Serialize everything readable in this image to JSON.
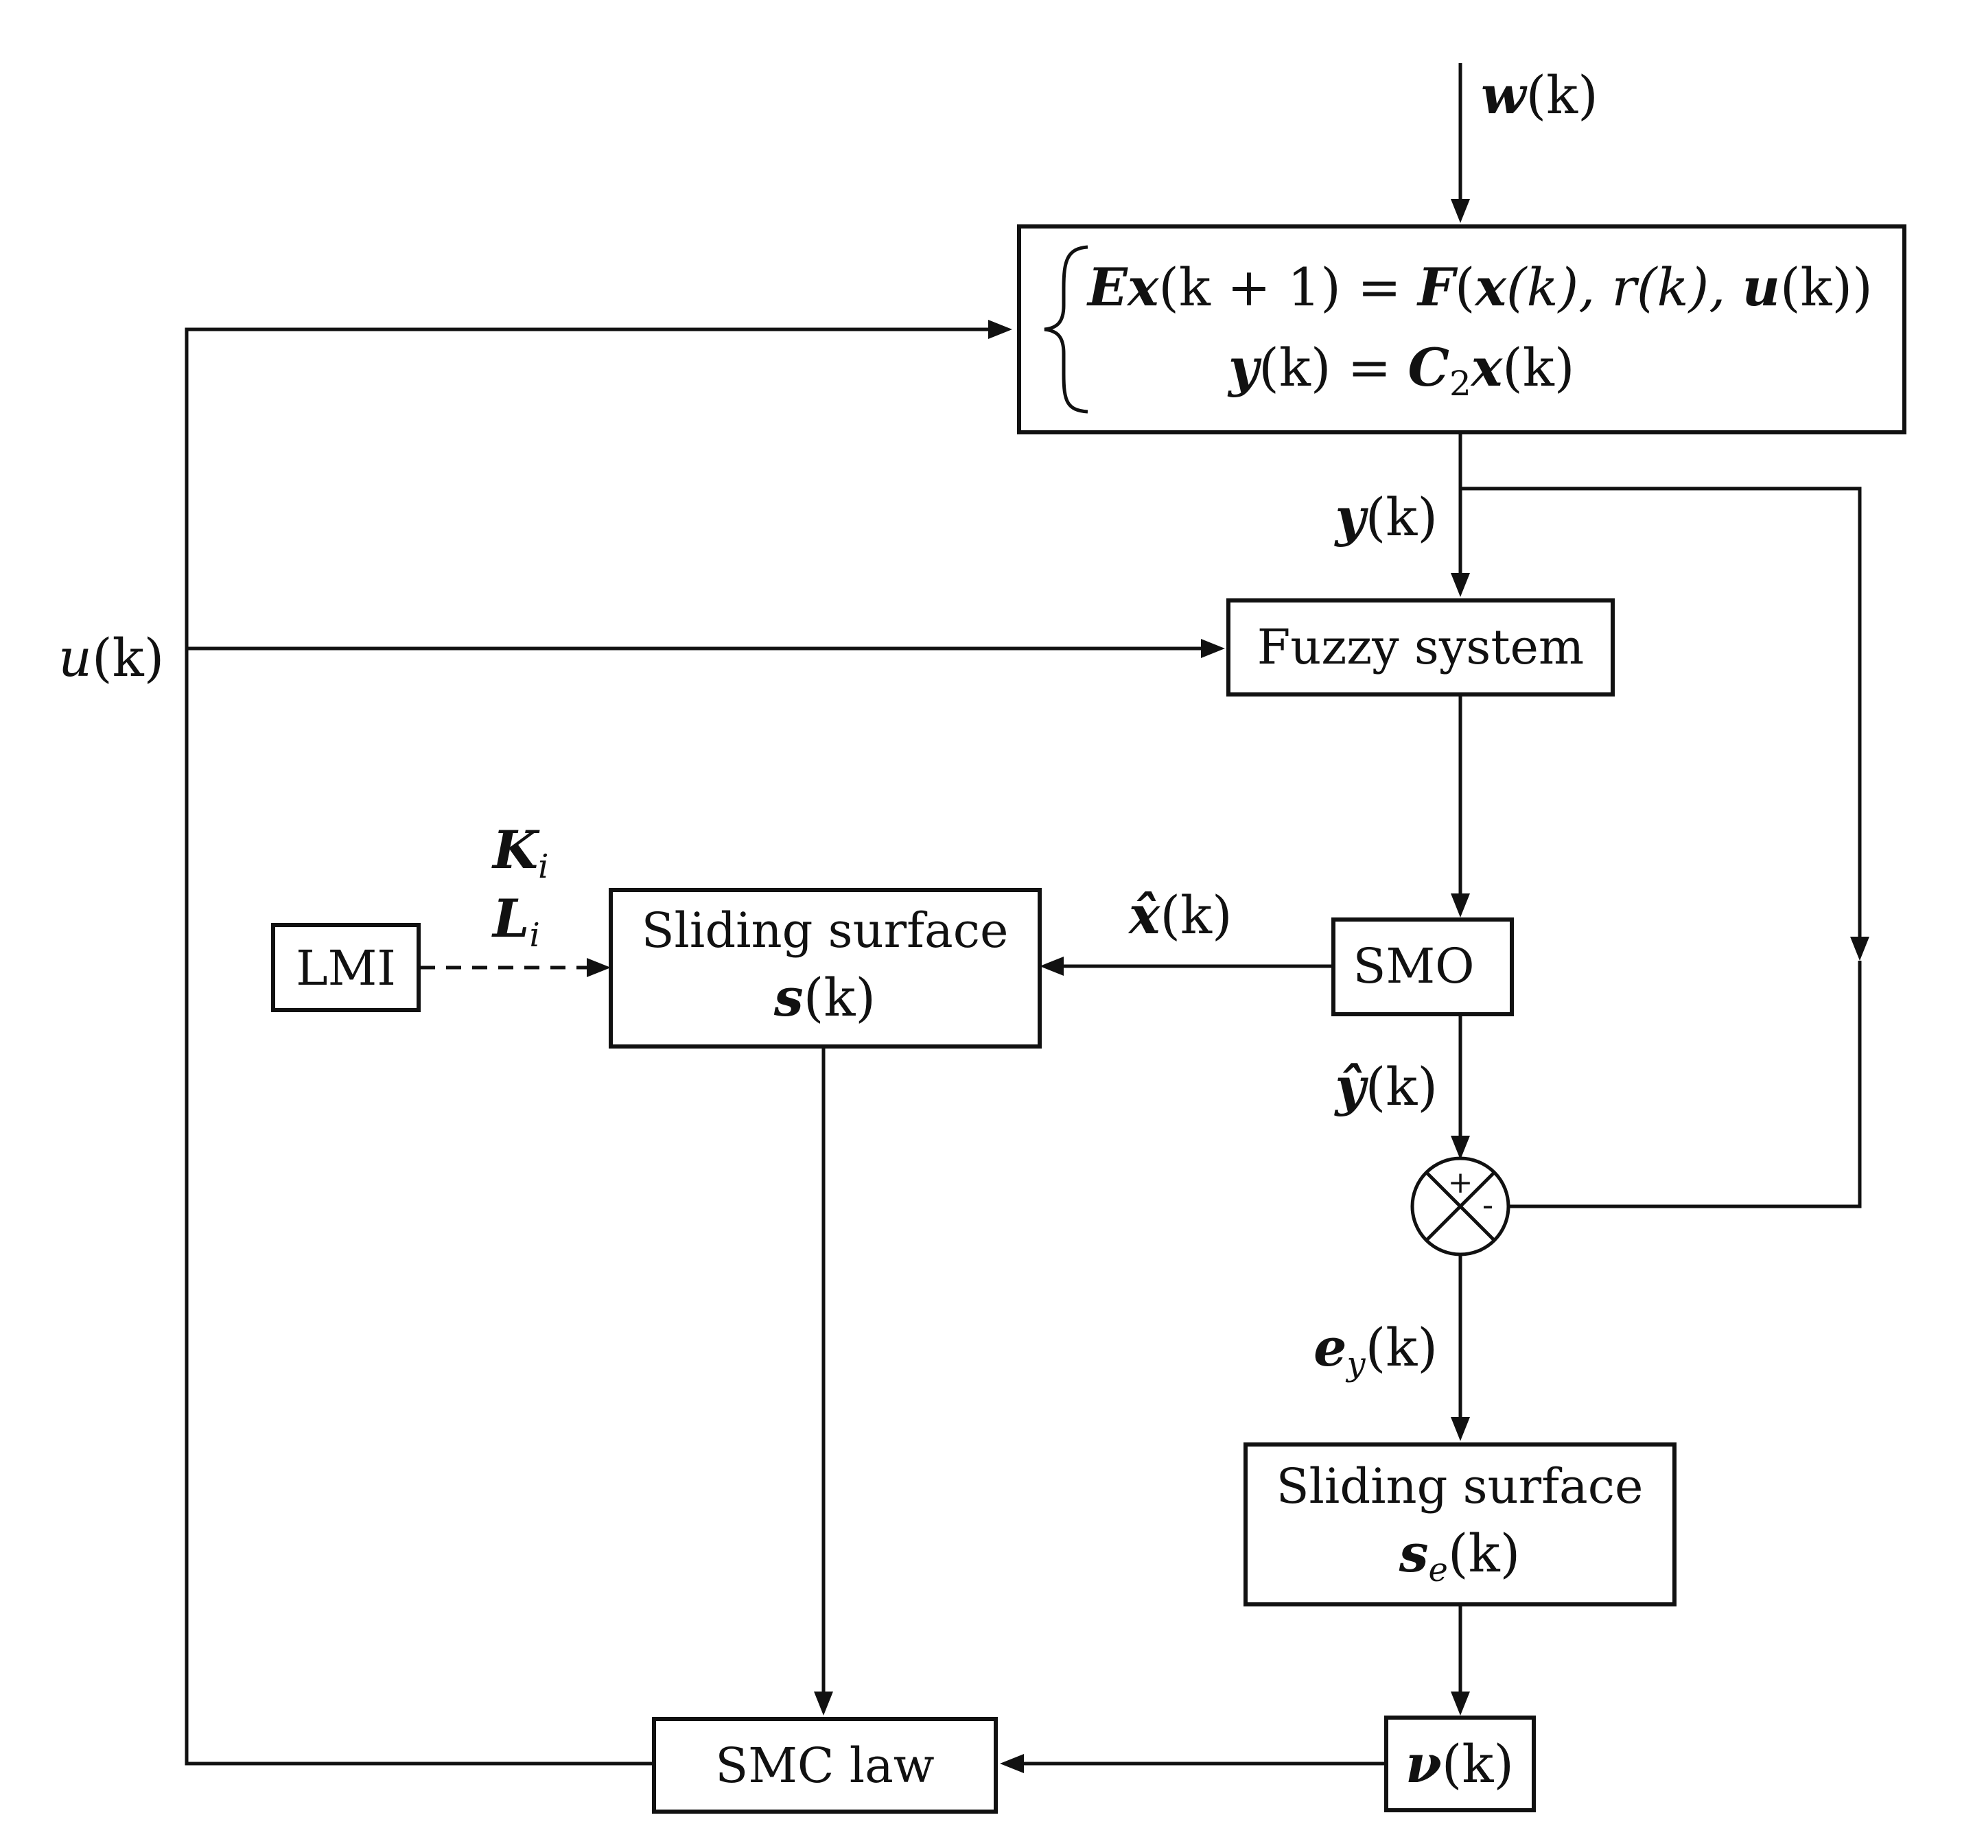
{
  "blocks": {
    "plant": {
      "line1": {
        "E": "E",
        "x1": "x",
        "k_plus_1": "(k + 1) = ",
        "F": "F",
        "open": "(",
        "x2": "x",
        "args": "(k), r(k), ",
        "u": "u",
        "close": "(k))"
      },
      "line2": {
        "y": "y",
        "k": "(k) = ",
        "C": "C",
        "sub2": "2",
        "x": "x",
        "kend": "(k)"
      }
    },
    "fuzzy_system": "Fuzzy  system",
    "smo": "SMO",
    "lmi": "LMI",
    "sliding_surface_1": {
      "title": "Sliding surface",
      "s": "s",
      "arg": "(k)"
    },
    "sliding_surface_2": {
      "title": "Sliding surface",
      "s": "s",
      "sub": "e",
      "arg": "(k)"
    },
    "nu": {
      "sym": "ν",
      "arg": "(k)"
    },
    "smc_law": "SMC law"
  },
  "signals": {
    "w": {
      "sym": "w",
      "arg": "(k)"
    },
    "y": {
      "sym": "y",
      "arg": "(k)"
    },
    "u": {
      "sym": "u",
      "arg": "(k)"
    },
    "xhat": {
      "sym": "x̂",
      "arg": "(k)"
    },
    "yhat": {
      "sym": "ŷ",
      "arg": "(k)"
    },
    "ey": {
      "sym": "e",
      "sub": "y",
      "arg": "(k)"
    },
    "Ki": {
      "sym": "K",
      "sub": "i"
    },
    "Li": {
      "sym": "L",
      "sub": "i"
    }
  },
  "summing_junction": {
    "plus": "+",
    "minus": "-"
  }
}
